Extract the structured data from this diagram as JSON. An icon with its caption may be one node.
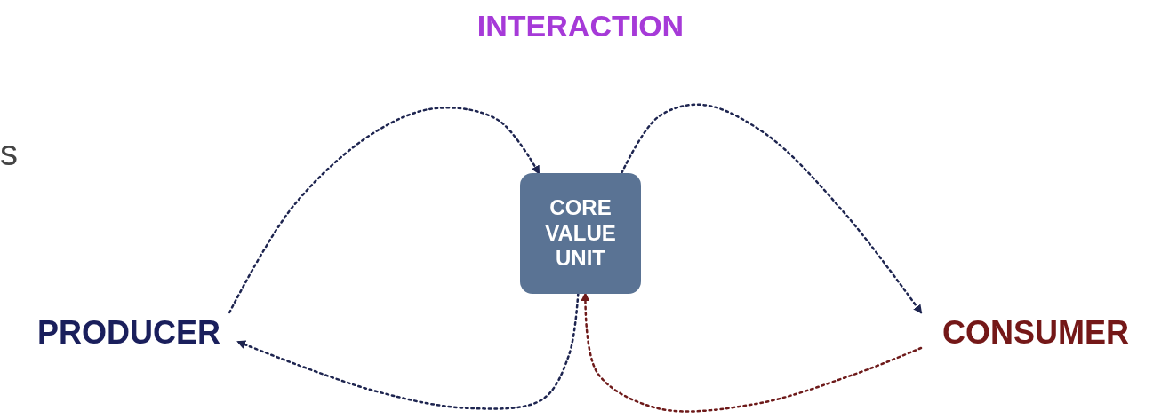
{
  "diagram": {
    "title": "INTERACTION",
    "nodes": [
      {
        "text": [
          "PRODUCER"
        ]
      },
      {
        "text": [
          "CORE VALUE UNIT"
        ]
      },
      {
        "text": [
          "CONSUMER"
        ]
      }
    ],
    "edges": [
      {
        "from": 0,
        "to": 1,
        "arrow": "to",
        "style": "dashed"
      },
      {
        "from": 1,
        "to": 2,
        "arrow": "to",
        "style": "dashed"
      },
      {
        "from": 2,
        "to": 1,
        "arrow": "to",
        "style": "dashed",
        "color": "#6e1a1a"
      },
      {
        "from": 1,
        "to": 0,
        "arrow": "to",
        "style": "dashed"
      }
    ],
    "labels": [
      "s"
    ]
  }
}
